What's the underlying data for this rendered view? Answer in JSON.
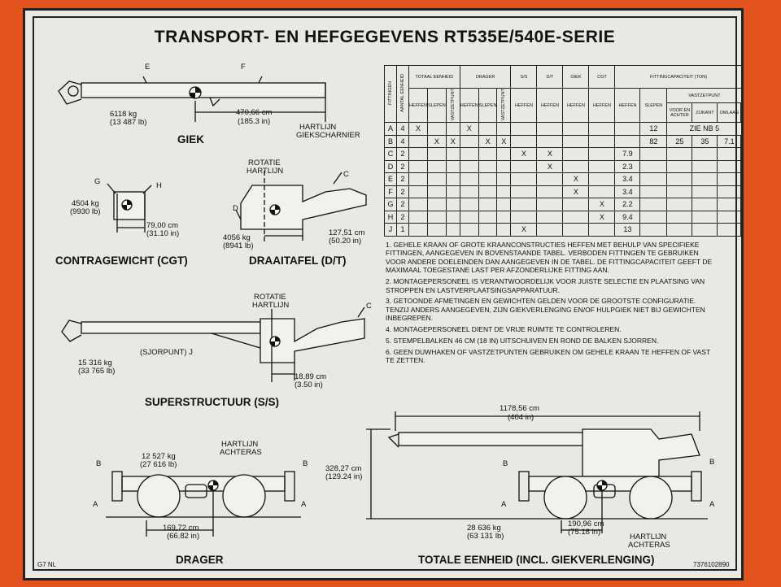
{
  "title": "TRANSPORT- EN HEFGEGEVENS RT535E/540E-SERIE",
  "giek": {
    "label": "GIEK",
    "weight": "6118 kg",
    "weight_lb": "(13 487 lb)",
    "length": "470,66 cm",
    "length_in": "(185.3 in)",
    "marker_e": "E",
    "marker_f": "F",
    "hinge1": "HARTLIJN",
    "hinge2": "GIEKSCHARNIER"
  },
  "cgt": {
    "label": "CONTRAGEWICHT (CGT)",
    "weight": "4504 kg",
    "weight_lb": "(9930 lb)",
    "dist": "79,00 cm",
    "dist_in": "(31.10 in)",
    "marker_g": "G",
    "marker_h": "H"
  },
  "dt": {
    "label": "DRAAITAFEL (D/T)",
    "rot1": "ROTATIE",
    "rot2": "HARTLIJN",
    "weight": "4056 kg",
    "weight_lb": "(8941 lb)",
    "dist": "127,51 cm",
    "dist_in": "(50.20 in)",
    "marker_c": "C",
    "marker_d": "D"
  },
  "ss": {
    "label": "SUPERSTRUCTUUR (S/S)",
    "rot1": "ROTATIE",
    "rot2": "HARTLIJN",
    "weight": "15 316 kg",
    "weight_lb": "(33 765 lb)",
    "sjor": "(SJORPUNT) J",
    "dist": "18,89 cm",
    "dist_in": "(3.50 in)",
    "marker_c": "C"
  },
  "drager": {
    "label": "DRAGER",
    "weight": "12 527 kg",
    "weight_lb": "(27 616 lb)",
    "axle1": "HARTLIJN",
    "axle2": "ACHTERAS",
    "dist": "169,72 cm",
    "dist_in": "(66.82 in)",
    "marker_a": "A",
    "marker_b": "B"
  },
  "totaal": {
    "label": "TOTALE EENHEID (INCL. GIEKVERLENGING)",
    "length": "1178,56 cm",
    "length_in": "(404 in)",
    "height": "328,27 cm",
    "height_in": "(129.24 in)",
    "weight": "28 636 kg",
    "weight_lb": "(63 131 lb)",
    "dist": "190,96 cm",
    "dist_in": "(75.18 in)",
    "axle1": "HARTLIJN",
    "axle2": "ACHTERAS",
    "marker_a": "A",
    "marker_b": "B"
  },
  "table": {
    "h_fittingen": "FITTINGEN",
    "h_aantal": "AANTAL EENHEID",
    "h_totaal": "TOTAAL EENHEID",
    "h_drager": "DRAGER",
    "h_ss": "S/S",
    "h_dt": "D/T",
    "h_giek": "GIEK",
    "h_cgt": "CGT",
    "h_cap": "FITTINGCAPACITEIT (TON)",
    "h_vast": "VASTZETPUNT",
    "h_heffen": "HEFFEN",
    "h_slepen": "SLEPEN",
    "h_vastzetpunt": "VASTZETPUNT",
    "h_voor": "VOOR EN ACHTER",
    "h_zijkant": "ZIJKANT",
    "h_omlaag": "OMLAAG",
    "rows": [
      [
        "A",
        "4",
        "X",
        "",
        "",
        "X",
        "",
        "",
        "",
        "",
        "",
        "",
        "",
        "12",
        "ZIE NB 5"
      ],
      [
        "B",
        "4",
        "",
        "X",
        "X",
        "",
        "X",
        "X",
        "",
        "",
        "",
        "",
        "",
        "",
        "82",
        "25",
        "35",
        "7.1"
      ],
      [
        "C",
        "2",
        "",
        "",
        "",
        "",
        "",
        "",
        "X",
        "X",
        "",
        "",
        "7.9"
      ],
      [
        "D",
        "2",
        "",
        "",
        "",
        "",
        "",
        "",
        "",
        "X",
        "",
        "",
        "2.3"
      ],
      [
        "E",
        "2",
        "",
        "",
        "",
        "",
        "",
        "",
        "",
        "",
        "X",
        "",
        "3.4"
      ],
      [
        "F",
        "2",
        "",
        "",
        "",
        "",
        "",
        "",
        "",
        "",
        "X",
        "",
        "3.4"
      ],
      [
        "G",
        "2",
        "",
        "",
        "",
        "",
        "",
        "",
        "",
        "",
        "",
        "X",
        "2.2"
      ],
      [
        "H",
        "2",
        "",
        "",
        "",
        "",
        "",
        "",
        "",
        "",
        "",
        "X",
        "9.4"
      ],
      [
        "J",
        "1",
        "",
        "",
        "",
        "",
        "",
        "",
        "X",
        "",
        "",
        "",
        "13"
      ]
    ]
  },
  "notes": [
    "1. GEHELE KRAAN OF GROTE KRAANCONSTRUCTIES HEFFEN MET BEHULP VAN SPECIFIEKE FITTINGEN, AANGEGEVEN IN BOVENSTAANDE TABEL. VERBODEN FITTINGEN TE GEBRUIKEN VOOR ANDERE DOELEINDEN DAN AANGEGEVEN IN DE TABEL. DE FITTINGCAPACITEIT GEEFT DE MAXIMAAL TOEGESTANE LAST PER AFZONDERLIJKE FITTING AAN.",
    "2. MONTAGEPERSONEEL IS VERANTWOORDELIJK VOOR JUISTE SELECTIE EN PLAATSING VAN STROPPEN EN LASTVERPLAATSINGSAPPARATUUR.",
    "3. GETOONDE AFMETINGEN EN GEWICHTEN GELDEN VOOR DE GROOTSTE CONFIGURATIE. TENZIJ ANDERS AANGEGEVEN, ZIJN GIEKVERLENGING EN/OF HULPGIEK NIET BIJ GEWICHTEN INBEGREPEN.",
    "4. MONTAGEPERSONEEL DIENT DE VRIJE RUIMTE TE CONTROLEREN.",
    "5. STEMPELBALKEN 46 CM (18 IN) UITSCHUIVEN EN ROND DE BALKEN SJORREN.",
    "6. GEEN DUWHAKEN OF VASTZETPUNTEN GEBRUIKEN OM GEHELE KRAAN TE HEFFEN OF VAST TE ZETTEN."
  ],
  "footer_left": "G7 NL",
  "footer_right": "7376102890"
}
